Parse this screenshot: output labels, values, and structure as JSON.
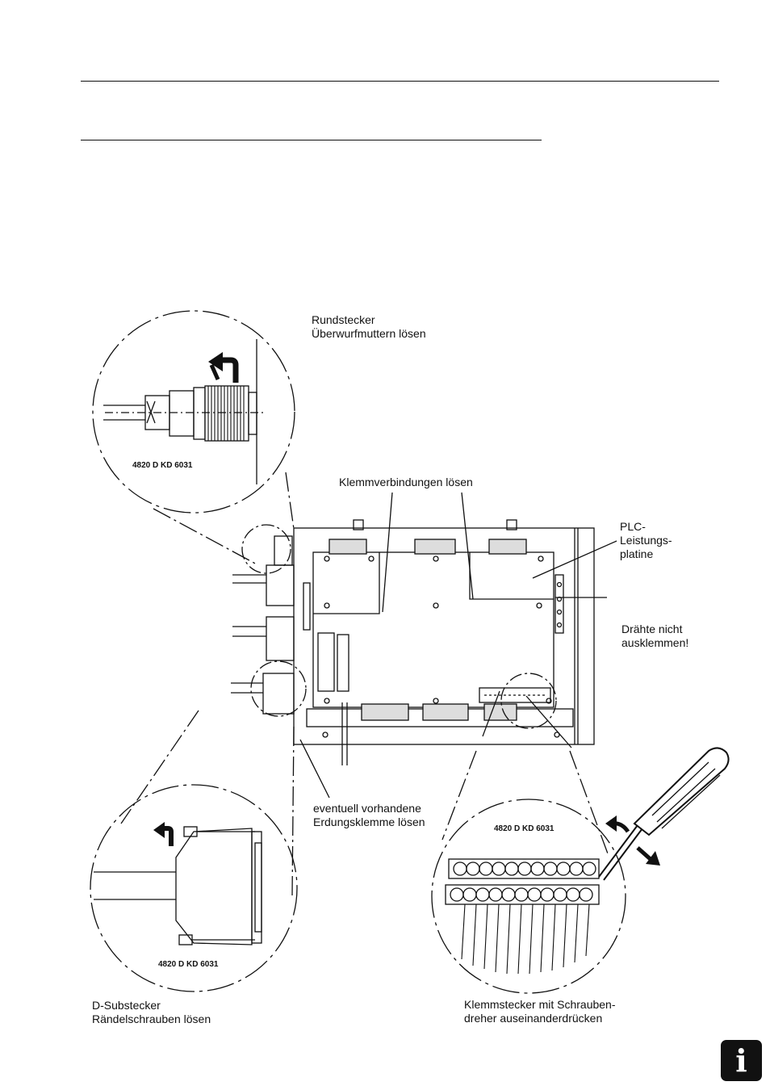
{
  "labels": {
    "rundstecker": [
      "Rundstecker",
      "Überwurfmuttern lösen"
    ],
    "klemmverbindungen": "Klemmverbindungen lösen",
    "plc": [
      "PLC-",
      "Leistungs-",
      "platine"
    ],
    "draehte": [
      "Drähte nicht",
      "ausklemmen!"
    ],
    "erdung": [
      "eventuell vorhandene",
      "Erdungsklemme lösen"
    ],
    "dsub": [
      "D-Substecker",
      "Rändelschrauben lösen"
    ],
    "klemmstecker": [
      "Klemmstecker mit Schrauben-",
      "dreher auseinanderdrücken"
    ]
  },
  "part_numbers": {
    "top_detail": "4820 D KD 6031",
    "bottom_left_detail": "4820 D KD 6031",
    "bottom_right_detail": "4820 D KD 6031"
  },
  "icons": {
    "info": "info-icon"
  },
  "colors": {
    "ink": "#111111",
    "paper": "#ffffff"
  }
}
